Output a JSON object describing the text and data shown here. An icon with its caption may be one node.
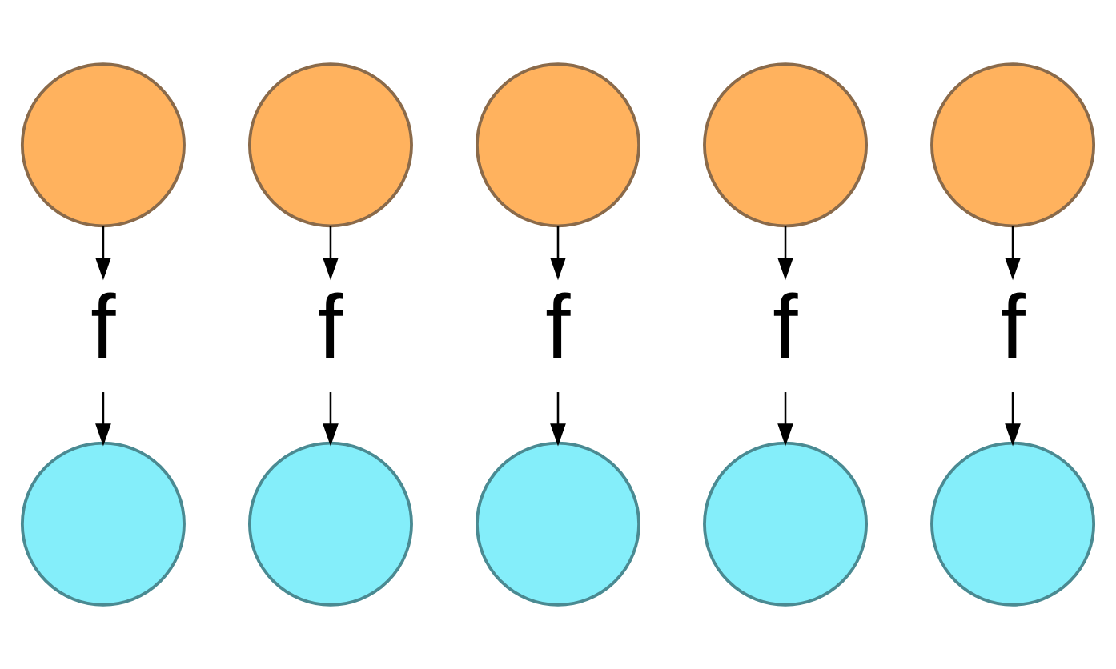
{
  "diagram": {
    "nodes": [
      {
        "text": [],
        "shape": "circle"
      },
      {
        "text": [],
        "shape": "circle"
      },
      {
        "text": [],
        "shape": "circle"
      },
      {
        "text": [],
        "shape": "circle"
      },
      {
        "text": [],
        "shape": "circle"
      },
      {
        "text": [
          "f"
        ]
      },
      {
        "text": [
          "f"
        ]
      },
      {
        "text": [
          "f"
        ]
      },
      {
        "text": [
          "f"
        ]
      },
      {
        "text": [
          "f"
        ]
      },
      {
        "text": [],
        "shape": "circle"
      },
      {
        "text": [],
        "shape": "circle"
      },
      {
        "text": [],
        "shape": "circle"
      },
      {
        "text": [],
        "shape": "circle"
      },
      {
        "text": [],
        "shape": "circle"
      }
    ],
    "edges": [
      {
        "from": 0,
        "to": 5,
        "arrow": "to"
      },
      {
        "from": 1,
        "to": 6,
        "arrow": "to"
      },
      {
        "from": 2,
        "to": 7,
        "arrow": "to"
      },
      {
        "from": 3,
        "to": 8,
        "arrow": "to"
      },
      {
        "from": 4,
        "to": 9,
        "arrow": "to"
      },
      {
        "from": 5,
        "to": 10,
        "arrow": "to"
      },
      {
        "from": 6,
        "to": 11,
        "arrow": "to"
      },
      {
        "from": 7,
        "to": 12,
        "arrow": "to"
      },
      {
        "from": 8,
        "to": 13,
        "arrow": "to"
      },
      {
        "from": 9,
        "to": 14,
        "arrow": "to"
      }
    ]
  }
}
